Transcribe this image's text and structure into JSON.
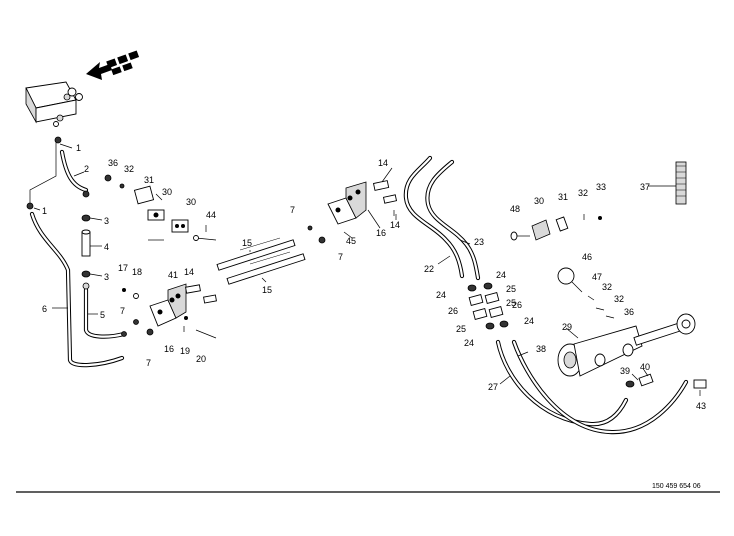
{
  "drawing_code": "150 459 654 06",
  "callouts": [
    "1",
    "2",
    "36",
    "32",
    "31",
    "30",
    "3",
    "4",
    "3",
    "17",
    "18",
    "6",
    "5",
    "7",
    "41",
    "14",
    "16",
    "19",
    "20",
    "7",
    "15",
    "15",
    "7",
    "45",
    "7",
    "14",
    "16",
    "14",
    "44",
    "48",
    "30",
    "31",
    "32",
    "33",
    "37",
    "23",
    "22",
    "24",
    "24",
    "25",
    "25",
    "26",
    "26",
    "24",
    "24",
    "25",
    "46",
    "47",
    "32",
    "32",
    "36",
    "29",
    "38",
    "27",
    "39",
    "40",
    "43",
    "1",
    "30"
  ],
  "icons": {
    "direction": "travel-direction-arrow-icon"
  }
}
